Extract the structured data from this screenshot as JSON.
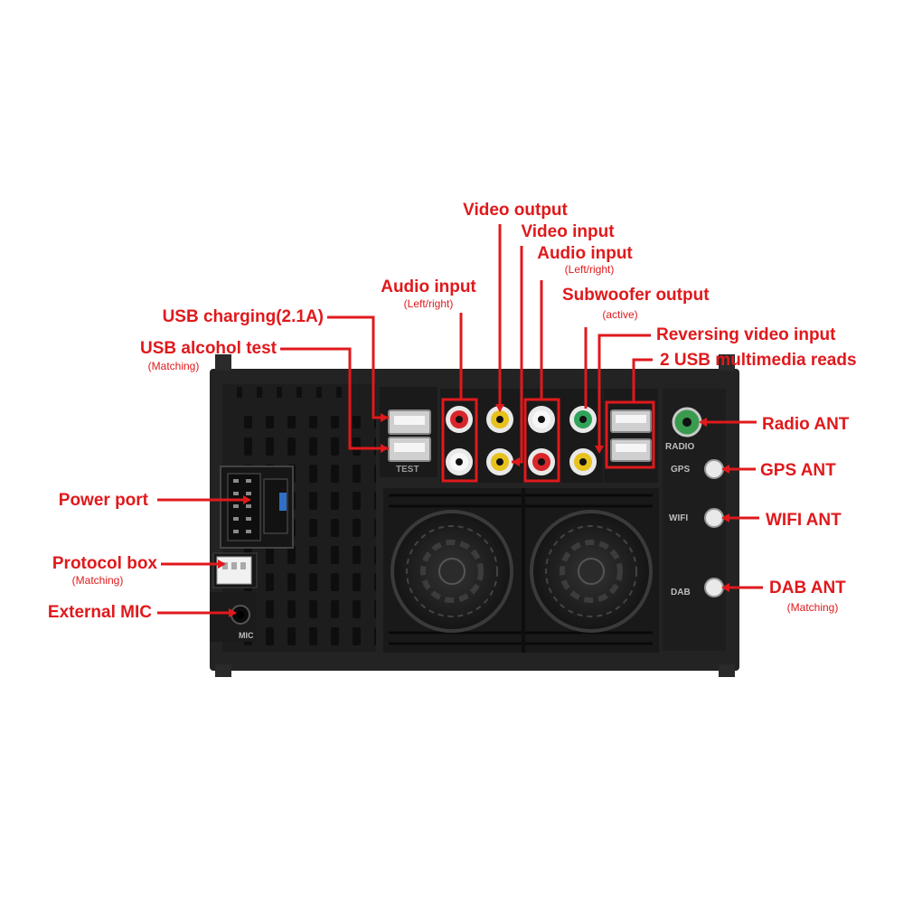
{
  "labels": {
    "video_output": "Video output",
    "video_input": "Video input",
    "audio_input_top": "Audio input",
    "audio_input_top_sub": "(Left/right)",
    "audio_input_left": "Audio input",
    "audio_input_left_sub": "(Left/right)",
    "subwoofer_output": "Subwoofer output",
    "subwoofer_output_sub": "(active)",
    "reversing_video_input": "Reversing video input",
    "usb_multimedia": "2 USB multimedia reads",
    "usb_charging": "USB charging(2.1A)",
    "usb_alcohol_test": "USB alcohol test",
    "usb_alcohol_test_sub": "(Matching)",
    "power_port": "Power port",
    "protocol_box": "Protocol box",
    "protocol_box_sub": "(Matching)",
    "external_mic": "External MIC",
    "radio_ant": "Radio ANT",
    "gps_ant": "GPS ANT",
    "wifi_ant": "WIFI ANT",
    "dab_ant": "DAB ANT",
    "dab_ant_sub": "(Matching)"
  },
  "device_markings": {
    "radio": "RADIO",
    "gps": "GPS",
    "wifi": "WIFI",
    "dab": "DAB",
    "mic": "MIC",
    "test": "TEST"
  },
  "colors": {
    "callout": "#e0191c",
    "device_body": "#222222",
    "rca_red": "#d8262a",
    "rca_yellow": "#e7c21c",
    "rca_white": "#f2f2f2",
    "rca_green": "#2fa35a"
  }
}
